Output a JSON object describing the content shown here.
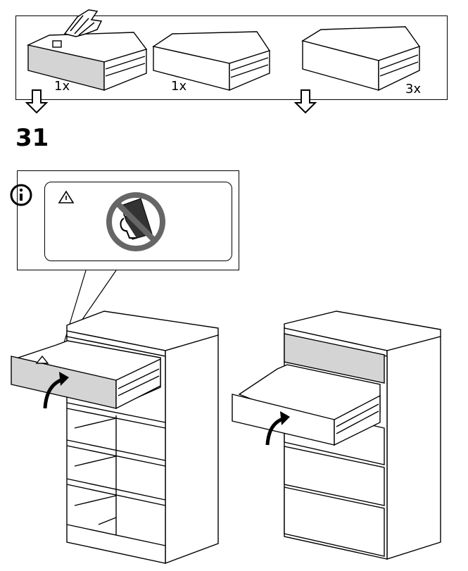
{
  "parts": {
    "items": [
      {
        "icon": "drawer-with-label-icon",
        "count": "1x"
      },
      {
        "icon": "drawer-icon",
        "count": "1x"
      },
      {
        "icon": "drawer-icon",
        "count": "3x"
      }
    ],
    "hand_icon": "hand-pointing-icon",
    "arrow_icon": "arrow-down-icon"
  },
  "step": {
    "number": "31"
  },
  "info": {
    "info_icon": "info-circle-icon",
    "warning_icon": "warning-triangle-icon",
    "prohibition_icon": "no-tipping-furniture-icon"
  },
  "illustrations": {
    "left": "dresser-insert-top-drawer",
    "right": "dresser-insert-second-drawer"
  }
}
